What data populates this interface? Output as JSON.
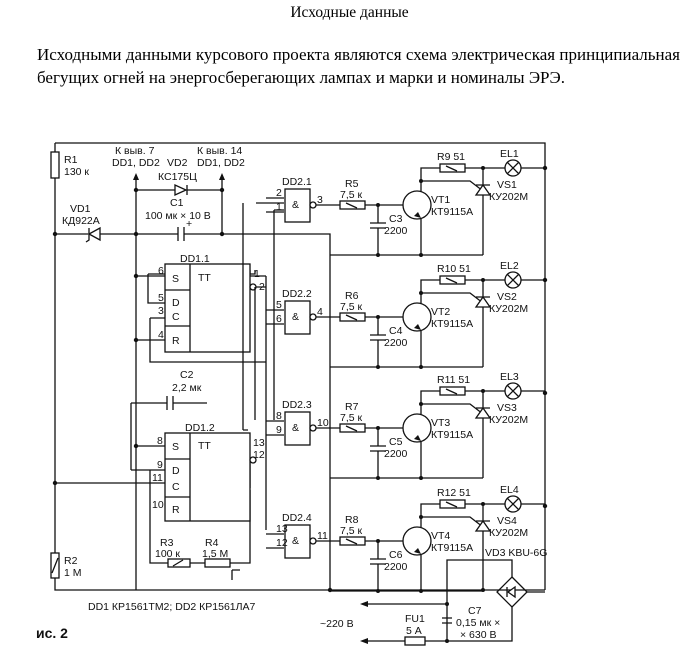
{
  "title": "Исходные данные",
  "paragraph": "Исходными данными курсового проекта являются схема электрическая принципиальная бегущих огней на энергосберегающих лампах и марки и номиналы ЭРЭ.",
  "schematic": {
    "r1": [
      "R1",
      "130 к"
    ],
    "r2": [
      "R2",
      "1 М"
    ],
    "vd1": [
      "VD1",
      "КД922А"
    ],
    "vd2": [
      "VD2",
      "КС175Ц"
    ],
    "pin7": [
      "К выв. 7",
      "DD1, DD2"
    ],
    "pin14": [
      "К выв. 14",
      "DD1, DD2"
    ],
    "c1": [
      "C1",
      "100 мк × 10 В",
      "+"
    ],
    "c2": [
      "C2",
      "2,2 мк"
    ],
    "dd11": {
      "name": "DD1.1",
      "s": "S",
      "d": "D",
      "c": "C",
      "r": "R",
      "tt": "TT",
      "pins": [
        "6",
        "5",
        "3",
        "4",
        "1",
        "2"
      ]
    },
    "dd12": {
      "name": "DD1.2",
      "s": "S",
      "d": "D",
      "c": "C",
      "r": "R",
      "tt": "TT",
      "pins": [
        "8",
        "9",
        "11",
        "10",
        "13",
        "12"
      ]
    },
    "r3": [
      "R3",
      "100 к"
    ],
    "r4": [
      "R4",
      "1,5 М"
    ],
    "rows": [
      {
        "gate": "DD2.1",
        "in": [
          "2",
          "1"
        ],
        "out": "3",
        "r": "R5",
        "rv": "7,5 к",
        "c": "C3",
        "cv": "2200",
        "vt": "VT1",
        "vtv": "КТ9115А",
        "rc": "R9 51",
        "el": "EL1",
        "vs": "VS1",
        "vsv": "КУ202М"
      },
      {
        "gate": "DD2.2",
        "in": [
          "5",
          "6"
        ],
        "out": "4",
        "r": "R6",
        "rv": "7,5 к",
        "c": "C4",
        "cv": "2200",
        "vt": "VT2",
        "vtv": "КТ9115А",
        "rc": "R10 51",
        "el": "EL2",
        "vs": "VS2",
        "vsv": "КУ202М"
      },
      {
        "gate": "DD2.3",
        "in": [
          "8",
          "9"
        ],
        "out": "10",
        "r": "R7",
        "rv": "7,5 к",
        "c": "C5",
        "cv": "2200",
        "vt": "VT3",
        "vtv": "КТ9115А",
        "rc": "R11 51",
        "el": "EL3",
        "vs": "VS3",
        "vsv": "КУ202М"
      },
      {
        "gate": "DD2.4",
        "in": [
          "13",
          "12"
        ],
        "out": "11",
        "r": "R8",
        "rv": "7,5 к",
        "c": "C6",
        "cv": "2200",
        "vt": "VT4",
        "vtv": "КТ9115А",
        "rc": "R12 51",
        "el": "EL4",
        "vs": "VS4",
        "vsv": "КУ202М"
      }
    ],
    "gate_symbol": "&",
    "vd3": "VD3 KBU-6G",
    "fu1": [
      "FU1",
      "5 А"
    ],
    "c7": [
      "C7",
      "0,15 мк ×",
      "× 630 В"
    ],
    "mains": "~220 В",
    "chips": "DD1 КР1561ТМ2; DD2 КР1561ЛА7",
    "figure": "ис. 2"
  }
}
